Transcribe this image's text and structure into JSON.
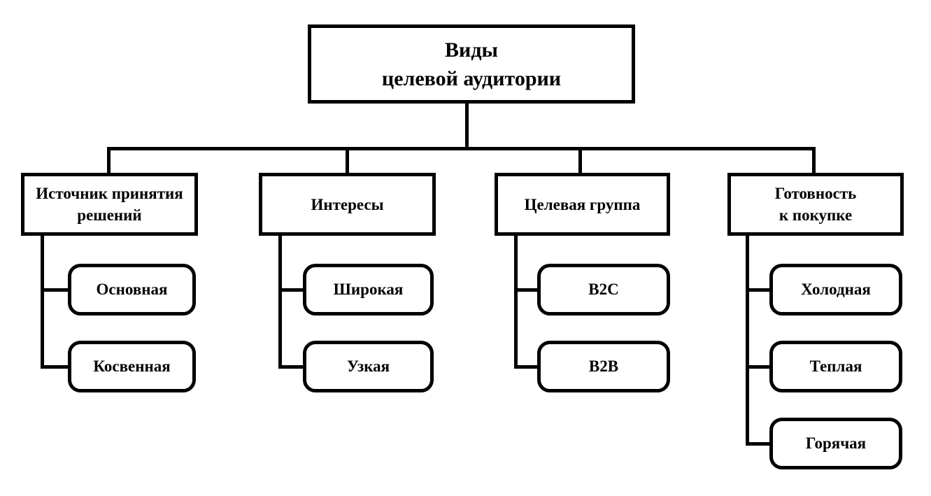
{
  "diagram": {
    "title": "Виды\nцелевой аудитории",
    "branches": [
      {
        "label": "Источник принятия\nрешений",
        "children": [
          "Основная",
          "Косвенная"
        ]
      },
      {
        "label": "Интересы",
        "children": [
          "Широкая",
          "Узкая"
        ]
      },
      {
        "label": "Целевая группа",
        "children": [
          "B2C",
          "B2B"
        ]
      },
      {
        "label": "Готовность\nк покупке",
        "children": [
          "Холодная",
          "Теплая",
          "Горячая"
        ]
      }
    ],
    "colors": {
      "line": "#000000",
      "text": "#000000",
      "background": "#ffffff"
    }
  }
}
